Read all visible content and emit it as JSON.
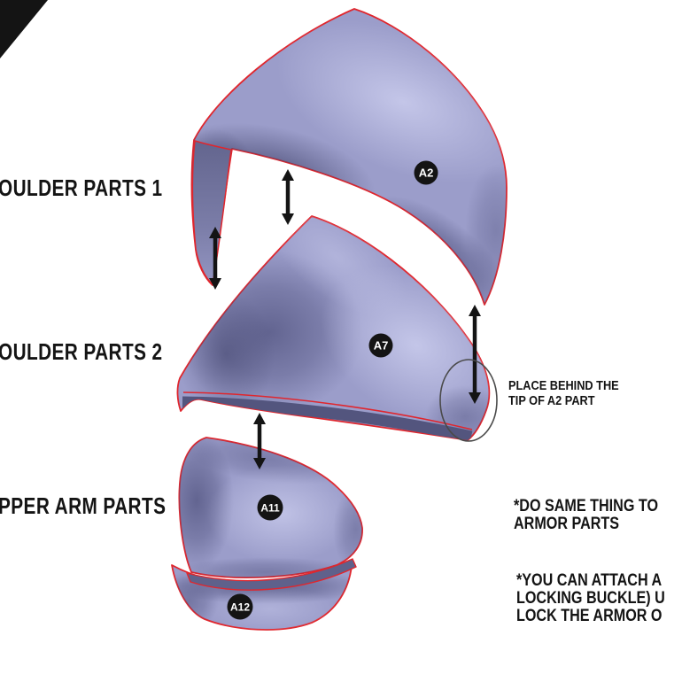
{
  "sections": {
    "s1": "OULDER PARTS 1",
    "s2": "OULDER PARTS 2",
    "s3": "PPER ARM PARTS"
  },
  "parts": {
    "a2": "A2",
    "a7": "A7",
    "a11": "A11",
    "a12": "A12"
  },
  "callout": {
    "line1": "PLACE BEHIND THE",
    "line2": "TIP OF A2 PART"
  },
  "notes": {
    "n1l1": "*DO SAME THING TO",
    "n1l2": "ARMOR PARTS",
    "n2l1": "*YOU CAN ATTACH A",
    "n2l2": "LOCKING BUCKLE) U",
    "n2l3": "LOCK THE ARMOR O"
  },
  "colors": {
    "background": "#ffffff",
    "armor_base": "#9b9dca",
    "armor_highlight": "#c6c8ea",
    "armor_shadow": "#4a4c78",
    "armor_dark": "#3e4068",
    "rim": "#5f618b",
    "outline_red": "#e0262d",
    "ink": "#141414"
  }
}
